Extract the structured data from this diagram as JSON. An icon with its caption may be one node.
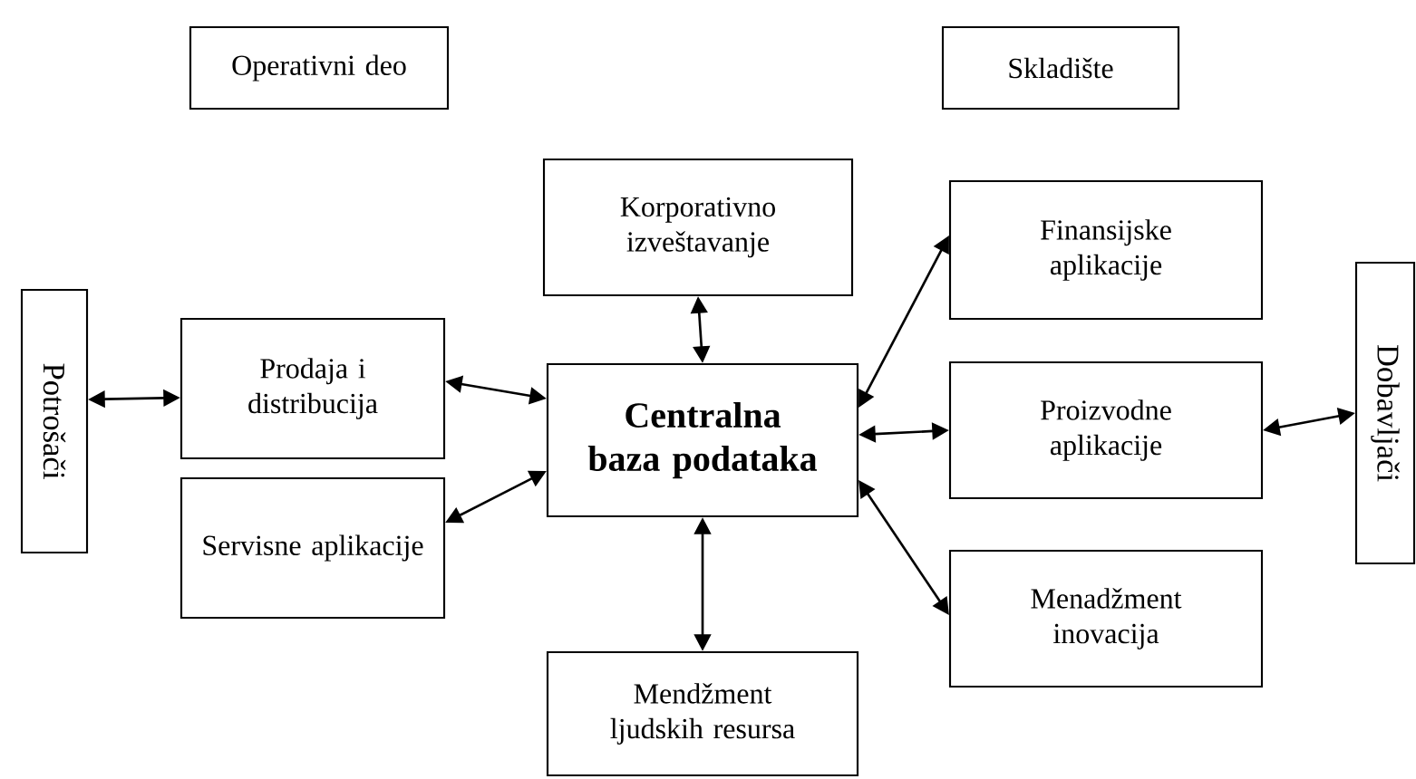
{
  "diagram": {
    "nodes": [
      {
        "text": [
          "Operativni deo"
        ]
      },
      {
        "text": [
          "Skladište"
        ]
      },
      {
        "text": [
          "Potrošači"
        ]
      },
      {
        "text": [
          "Prodaja i distribucija"
        ]
      },
      {
        "text": [
          "Servisne aplikacije"
        ]
      },
      {
        "text": [
          "Korporativno izveštavanje"
        ]
      },
      {
        "text": [
          "Centralna baza podataka"
        ]
      },
      {
        "text": [
          "Finansijske aplikacije"
        ]
      },
      {
        "text": [
          "Proizvodne aplikacije"
        ]
      },
      {
        "text": [
          "Menadžment inovacija"
        ]
      },
      {
        "text": [
          "Mendžment ljudskih resursa"
        ]
      },
      {
        "text": [
          "Dobavljači"
        ]
      }
    ],
    "edges": [
      {
        "from": 2,
        "to": 3,
        "arrow": "both"
      },
      {
        "from": 3,
        "to": 6,
        "arrow": "both"
      },
      {
        "from": 4,
        "to": 6,
        "arrow": "both"
      },
      {
        "from": 5,
        "to": 6,
        "arrow": "both"
      },
      {
        "from": 6,
        "to": 10,
        "arrow": "both"
      },
      {
        "from": 6,
        "to": 7,
        "arrow": "both"
      },
      {
        "from": 6,
        "to": 8,
        "arrow": "both"
      },
      {
        "from": 6,
        "to": 9,
        "arrow": "both"
      },
      {
        "from": 8,
        "to": 11,
        "arrow": "both"
      }
    ]
  }
}
